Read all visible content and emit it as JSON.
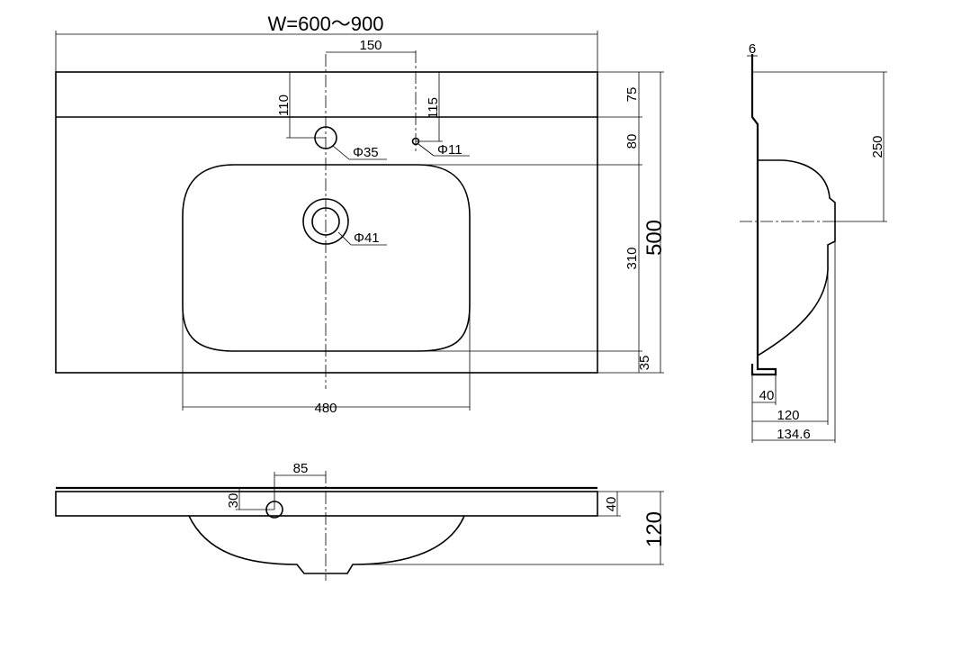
{
  "drawing": {
    "width_label": "W=600～900",
    "top_view": {
      "faucet_spacing": "150",
      "hole_offset_left": "110",
      "hole_offset_right": "115",
      "hole_large_dia": "Φ35",
      "hole_small_dia": "Φ11",
      "drain_dia": "Φ41",
      "bowl_width": "480",
      "depth_backsplash": "75",
      "depth_to_bowl": "80",
      "bowl_depth": "310",
      "front_margin": "35",
      "total_depth": "500"
    },
    "side_view": {
      "thickness": "6",
      "backsplash_height": "250",
      "lip": "40",
      "bowl_offset": "120",
      "total": "134.6"
    },
    "front_view": {
      "overflow_offset": "85",
      "overflow_height": "30",
      "counter_thickness": "40",
      "total_height": "120"
    }
  }
}
